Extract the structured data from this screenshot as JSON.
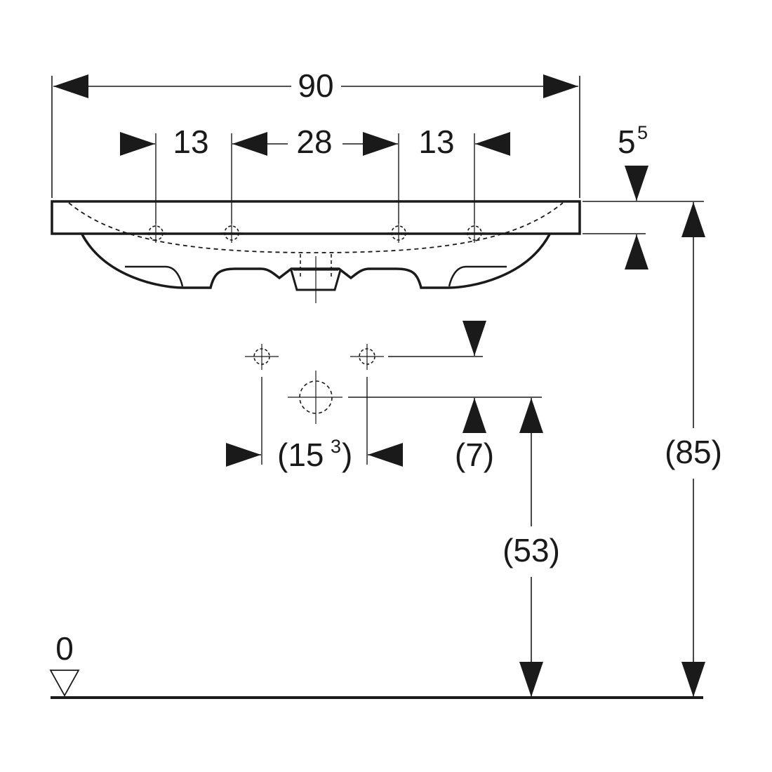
{
  "dimensions": {
    "overall_width": "90",
    "hole_left_offset": "13",
    "hole_center_spacing": "28",
    "hole_right_offset": "13",
    "rim_thickness_base": "5",
    "rim_thickness_sup": "5",
    "connection_spacing_open": "(15",
    "connection_spacing_sup": "3",
    "connection_spacing_close": ")",
    "connection_offset": "(7)",
    "drain_height": "(53)",
    "rim_height": "(85)",
    "floor_level": "0"
  }
}
